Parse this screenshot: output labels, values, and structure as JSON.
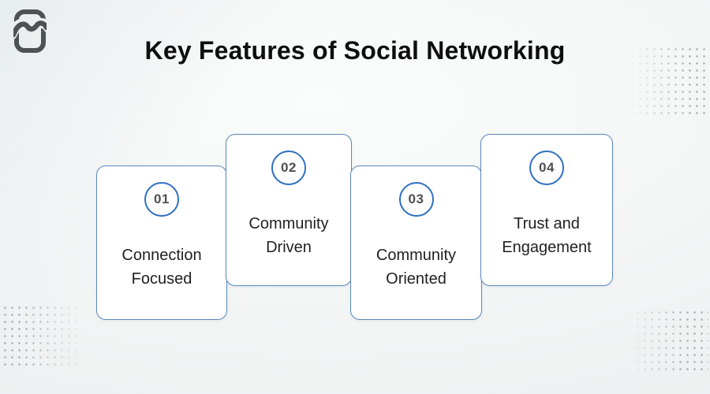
{
  "header": {
    "title": "Key Features of Social Networking"
  },
  "icons": {
    "logo": "brand-mark-icon"
  },
  "cards": [
    {
      "number": "01",
      "label": "Connection Focused"
    },
    {
      "number": "02",
      "label": "Community Driven"
    },
    {
      "number": "03",
      "label": "Community Oriented"
    },
    {
      "number": "04",
      "label": "Trust and Engagement"
    }
  ],
  "colors": {
    "title_text": "#0e0e0e",
    "card_bg": "#ffffff",
    "card_border": "#5c87b9",
    "circle_border": "#2e6fc1",
    "number_text": "#4f4f4f",
    "card_text": "#212121",
    "logo": "#4d5254",
    "dots": "#9da2a2"
  }
}
